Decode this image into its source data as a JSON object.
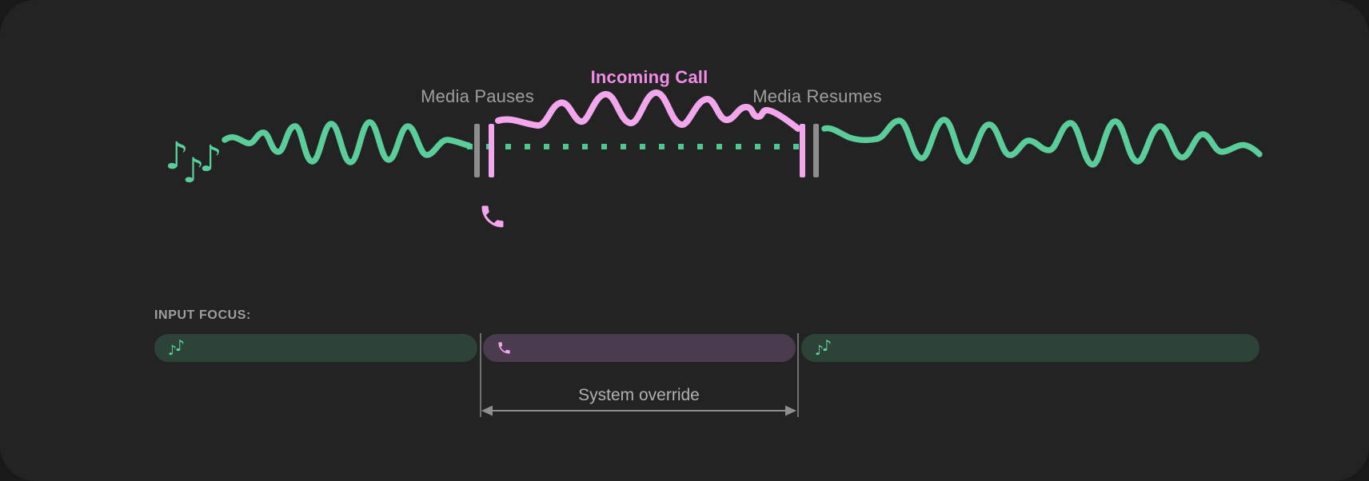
{
  "colors": {
    "page_bg": "#191919",
    "card_bg": "#232323",
    "media_green": "#5bcd9a",
    "media_green_dim": "#4fc794",
    "bar_green_bg": "#2d4338",
    "bar_note_green": "#63d4a3",
    "call_pink": "#f2a6ec",
    "incoming_call_text": "#ef8de6",
    "bar_purple_bg": "#4a3b4e",
    "marker_gray": "#8d8d8d",
    "label_gray": "#9e9e9e",
    "subtle_gray": "#b0b0b0",
    "arrow_gray": "#8f8f8f"
  },
  "timeline": {
    "media_pauses_label": "Media Pauses",
    "incoming_call_label": "Incoming Call",
    "media_resumes_label": "Media Resumes"
  },
  "input_focus": {
    "heading": "INPUT FOCUS:",
    "system_override_label": "System override"
  },
  "icons": {
    "music_note_glyph": "♪"
  }
}
